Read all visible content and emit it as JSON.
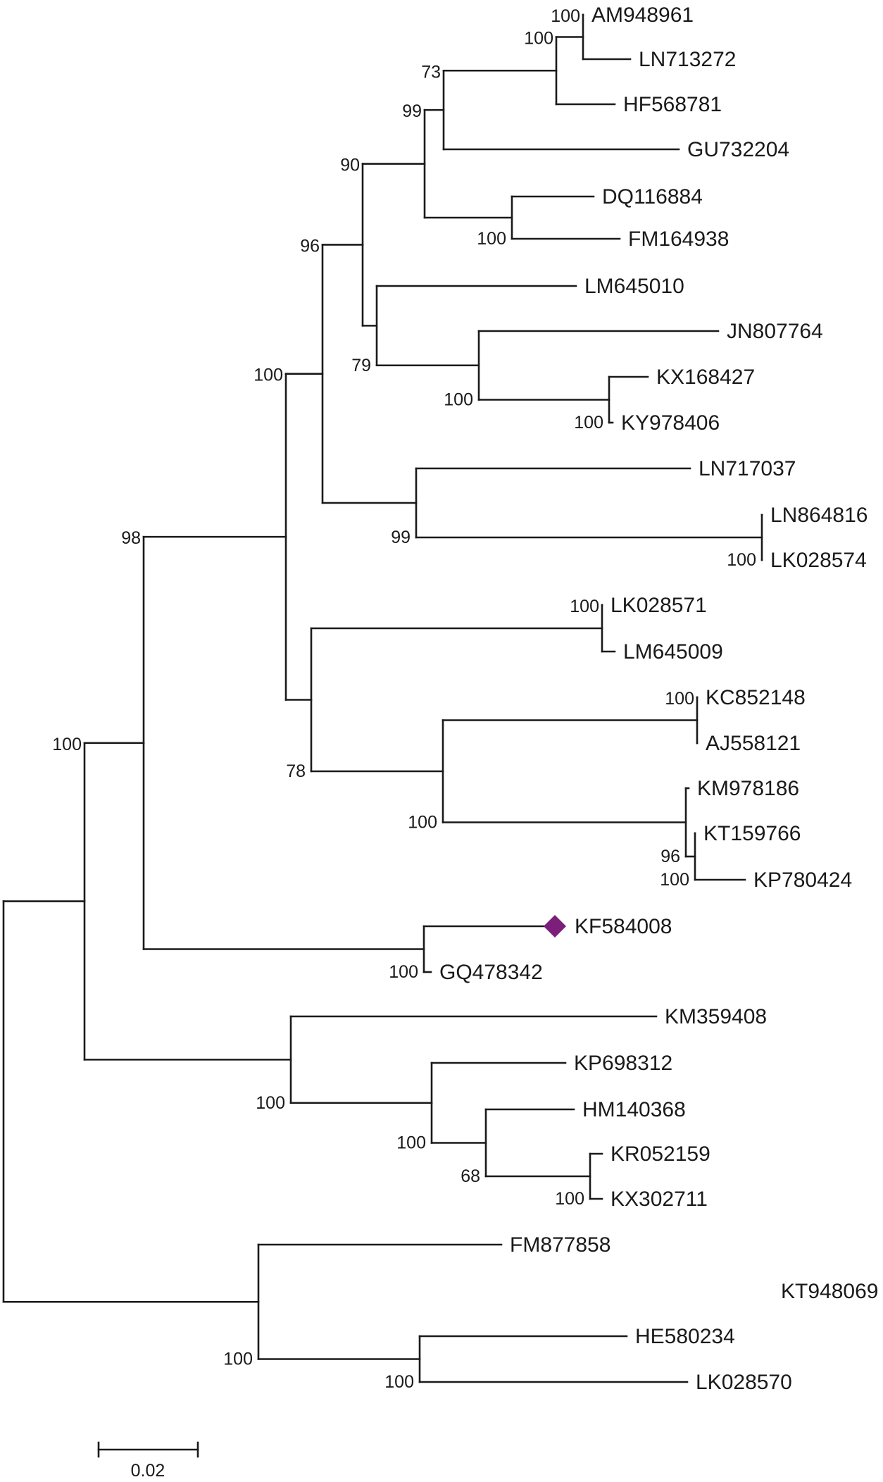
{
  "tree": {
    "highlight_leaf": "KF584008",
    "highlight_color": "#7b1f7b",
    "highlight_symbol": "diamond",
    "scale_bar_label": "0.02",
    "leaves": [
      "AM948961",
      "LN713272",
      "HF568781",
      "GU732204",
      "DQ116884",
      "FM164938",
      "LM645010",
      "JN807764",
      "KX168427",
      "KY978406",
      "LN717037",
      "LN864816",
      "LK028574",
      "LK028571",
      "LM645009",
      "KC852148",
      "AJ558121",
      "KM978186",
      "KT159766",
      "KP780424",
      "KF584008",
      "GQ478342",
      "KM359408",
      "KP698312",
      "HM140368",
      "KR052159",
      "KX302711",
      "FM877858",
      "KT948069",
      "HE580234",
      "LK028570"
    ],
    "bootstrap_values": [
      "100",
      "100",
      "73",
      "99",
      "100",
      "90",
      "79",
      "100",
      "100",
      "96",
      "99",
      "100",
      "100",
      "78",
      "100",
      "100",
      "100",
      "96",
      "100",
      "98",
      "100",
      "100",
      "100",
      "68",
      "100",
      "100",
      "100",
      "100"
    ]
  }
}
